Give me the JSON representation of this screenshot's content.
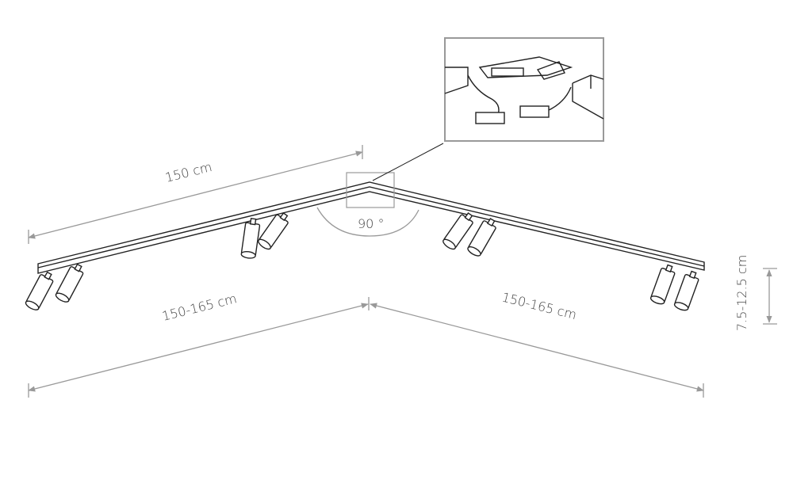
{
  "dimensions": {
    "top_length": "150 cm",
    "angle": "90 °",
    "left_span": "150-165 cm",
    "right_span": "150-165 cm",
    "height": "7.5-12.5 cm"
  },
  "colors": {
    "line": "#222222",
    "dimension": "#999999",
    "background": "#ffffff"
  }
}
